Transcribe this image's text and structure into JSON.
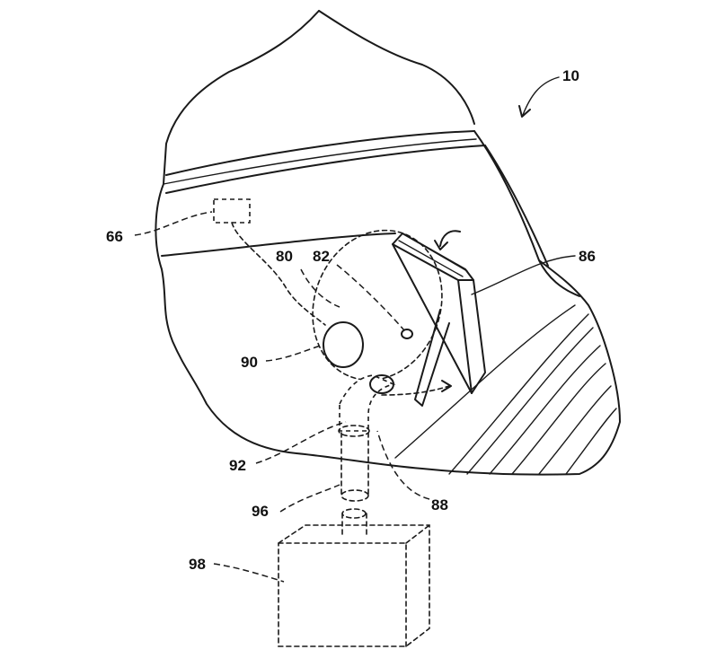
{
  "labels": {
    "ref_10": "10",
    "ref_66": "66",
    "ref_80": "80",
    "ref_82": "82",
    "ref_86": "86",
    "ref_88": "88",
    "ref_90": "90",
    "ref_92": "92",
    "ref_96": "96",
    "ref_98": "98"
  },
  "colors": {
    "line": "#1a1a1a",
    "background": "#ffffff"
  }
}
